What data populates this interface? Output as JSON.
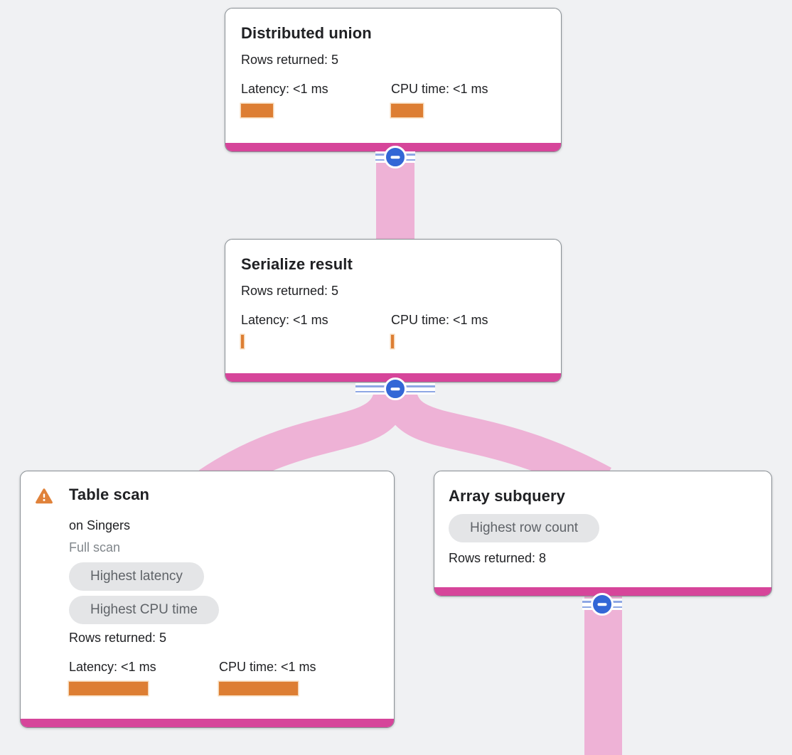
{
  "diagram": {
    "kind": "query-execution-plan-tree",
    "colors": {
      "background": "#f0f1f3",
      "node_accent_pink": "#d6459a",
      "edge_pink": "#eeb2d6",
      "collapse_button_blue": "#3367d6",
      "stripe_line_blue": "#8ea7e4",
      "metric_bar_orange": "#dd7e33",
      "warning_orange": "#e0823a",
      "badge_background": "#e4e5e7",
      "badge_text": "#5f6368",
      "primary_text": "#202124",
      "muted_text": "#80868b"
    },
    "nodes": [
      {
        "id": "distributed-union",
        "title": "Distributed union",
        "rows_returned_label": "Rows returned: 5",
        "rows_returned_value": 5,
        "latency_label": "Latency: <1 ms",
        "cpu_label": "CPU time: <1 ms",
        "latency_bar_size": "medium",
        "cpu_bar_size": "medium"
      },
      {
        "id": "serialize-result",
        "title": "Serialize result",
        "rows_returned_label": "Rows returned: 5",
        "rows_returned_value": 5,
        "latency_label": "Latency: <1 ms",
        "cpu_label": "CPU time: <1 ms",
        "latency_bar_size": "minimal",
        "cpu_bar_size": "minimal"
      },
      {
        "id": "table-scan",
        "title": "Table scan",
        "warning_icon": "warning-triangle-icon",
        "subtitle": "on Singers",
        "note": "Full scan",
        "badges": [
          "Highest latency",
          "Highest CPU time"
        ],
        "rows_returned_label": "Rows returned: 5",
        "rows_returned_value": 5,
        "latency_label": "Latency: <1 ms",
        "cpu_label": "CPU time: <1 ms",
        "latency_bar_size": "large",
        "cpu_bar_size": "large"
      },
      {
        "id": "array-subquery",
        "title": "Array subquery",
        "badges": [
          "Highest row count"
        ],
        "rows_returned_label": "Rows returned: 8",
        "rows_returned_value": 8
      }
    ],
    "edges": [
      {
        "from": "distributed-union",
        "to": "serialize-result"
      },
      {
        "from": "serialize-result",
        "to": "table-scan"
      },
      {
        "from": "serialize-result",
        "to": "array-subquery"
      },
      {
        "from": "array-subquery",
        "to": "child-below-viewport"
      }
    ],
    "collapse_buttons": [
      {
        "icon": "minus-circle-icon",
        "location": "below-distributed-union"
      },
      {
        "icon": "minus-circle-icon",
        "location": "below-serialize-result"
      },
      {
        "icon": "minus-circle-icon",
        "location": "below-array-subquery"
      }
    ]
  }
}
